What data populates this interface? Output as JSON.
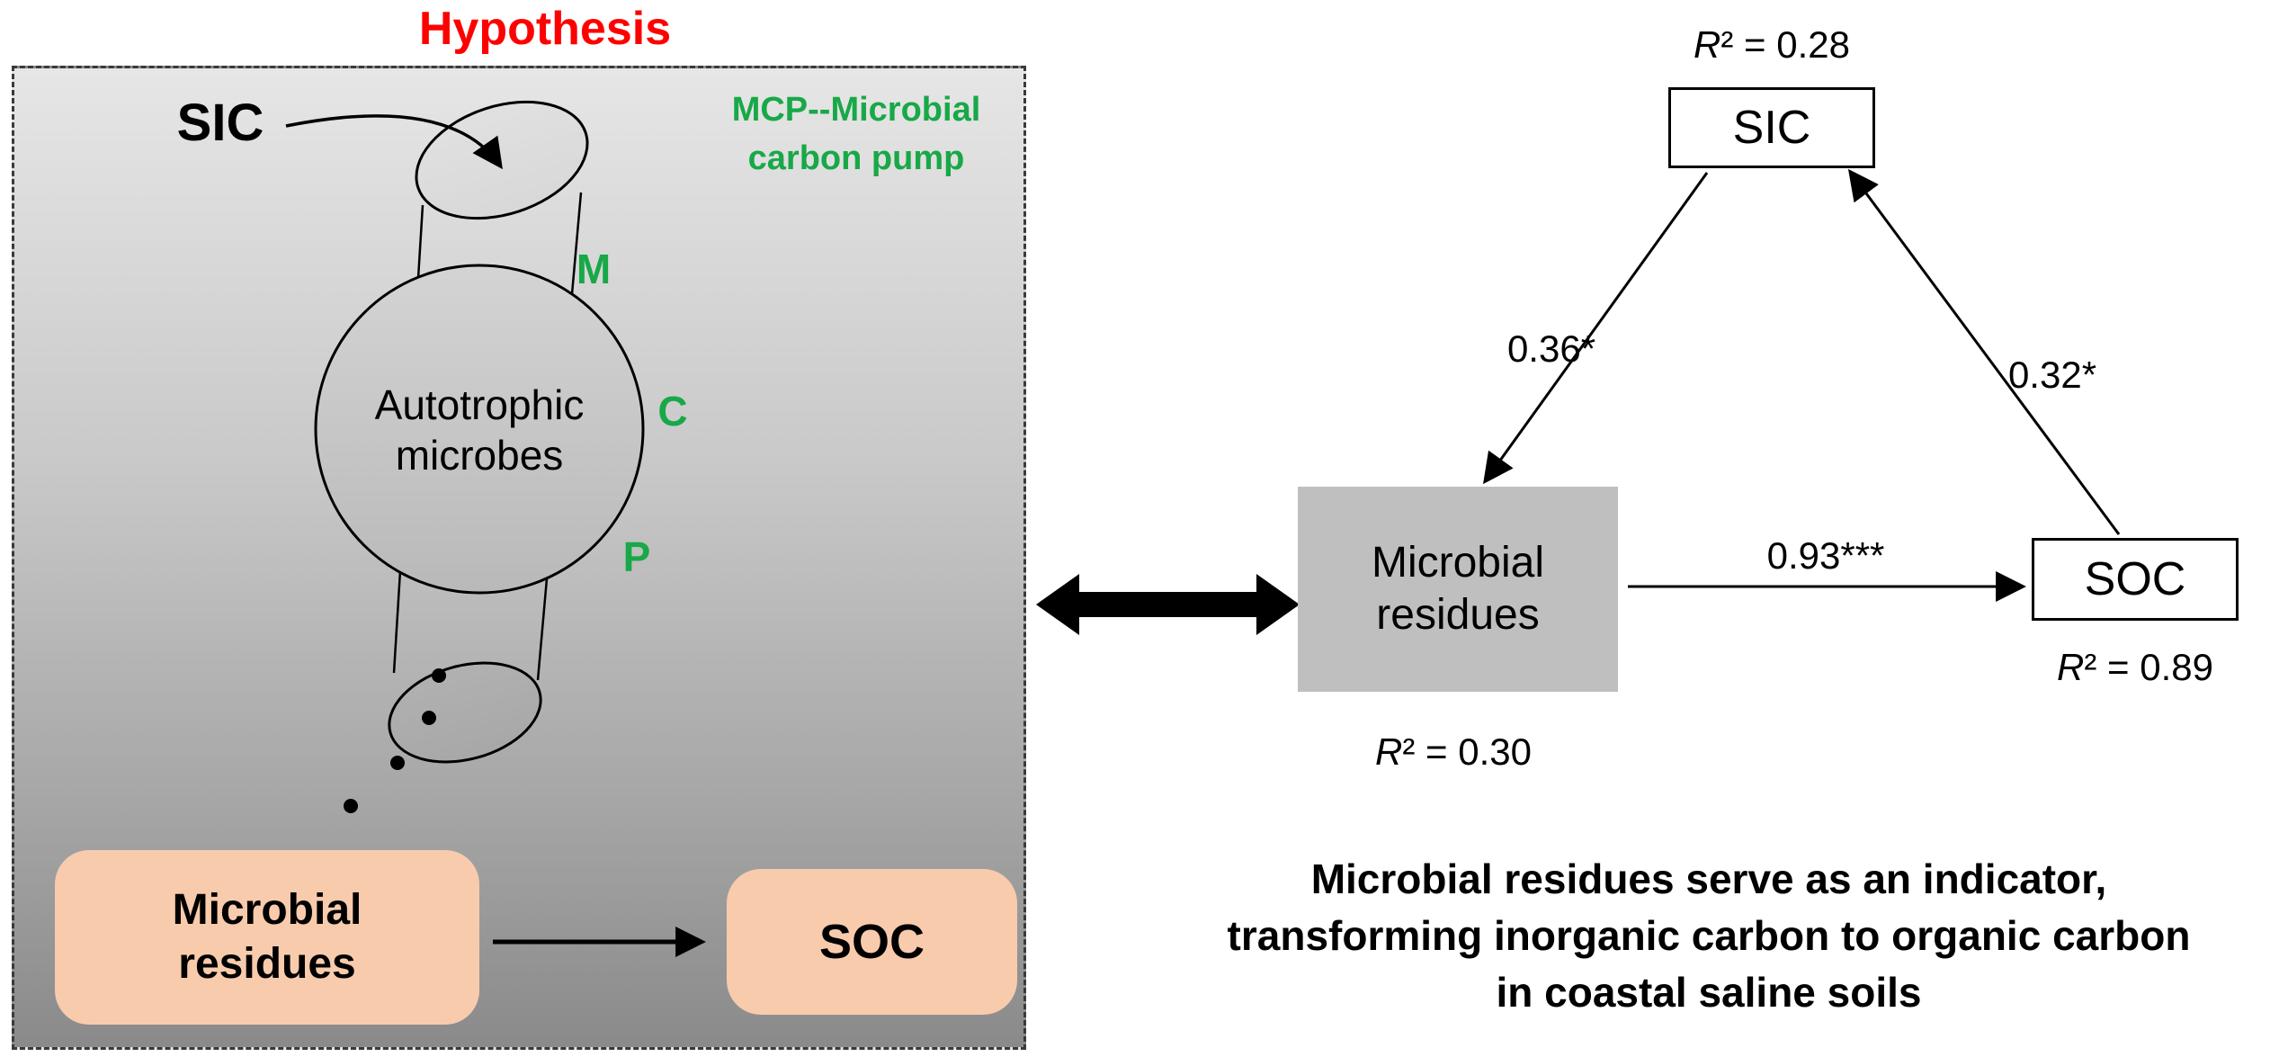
{
  "title": "Hypothesis",
  "colors": {
    "title_red": "#ff0000",
    "mcp_green": "#18a848",
    "peach_box": "#f8cbad",
    "gray_box": "#bfbfbf"
  },
  "left_panel": {
    "sic_label": "SIC",
    "mcp": {
      "bold": "MCP",
      "rest": "--Microbial",
      "line2": "carbon pump"
    },
    "circle": {
      "line1": "Autotrophic",
      "line2": "microbes"
    },
    "letter_m": "M",
    "letter_c": "C",
    "letter_p": "P",
    "residues_box": {
      "line1": "Microbial",
      "line2": "residues"
    },
    "soc_label": "SOC"
  },
  "sem": {
    "sic": {
      "label": "SIC",
      "r2": "R² = 0.28"
    },
    "residues": {
      "line1": "Microbial",
      "line2": "residues",
      "r2": "R² = 0.30"
    },
    "soc": {
      "label": "SOC",
      "r2": "R² = 0.89"
    },
    "path_sic_residues": "0.36*",
    "path_residues_soc": "0.93***",
    "path_soc_sic": "0.32*"
  },
  "caption": {
    "line1": "Microbial residues serve as an indicator,",
    "line2": "transforming inorganic carbon to organic carbon",
    "line3": "in coastal saline soils"
  }
}
